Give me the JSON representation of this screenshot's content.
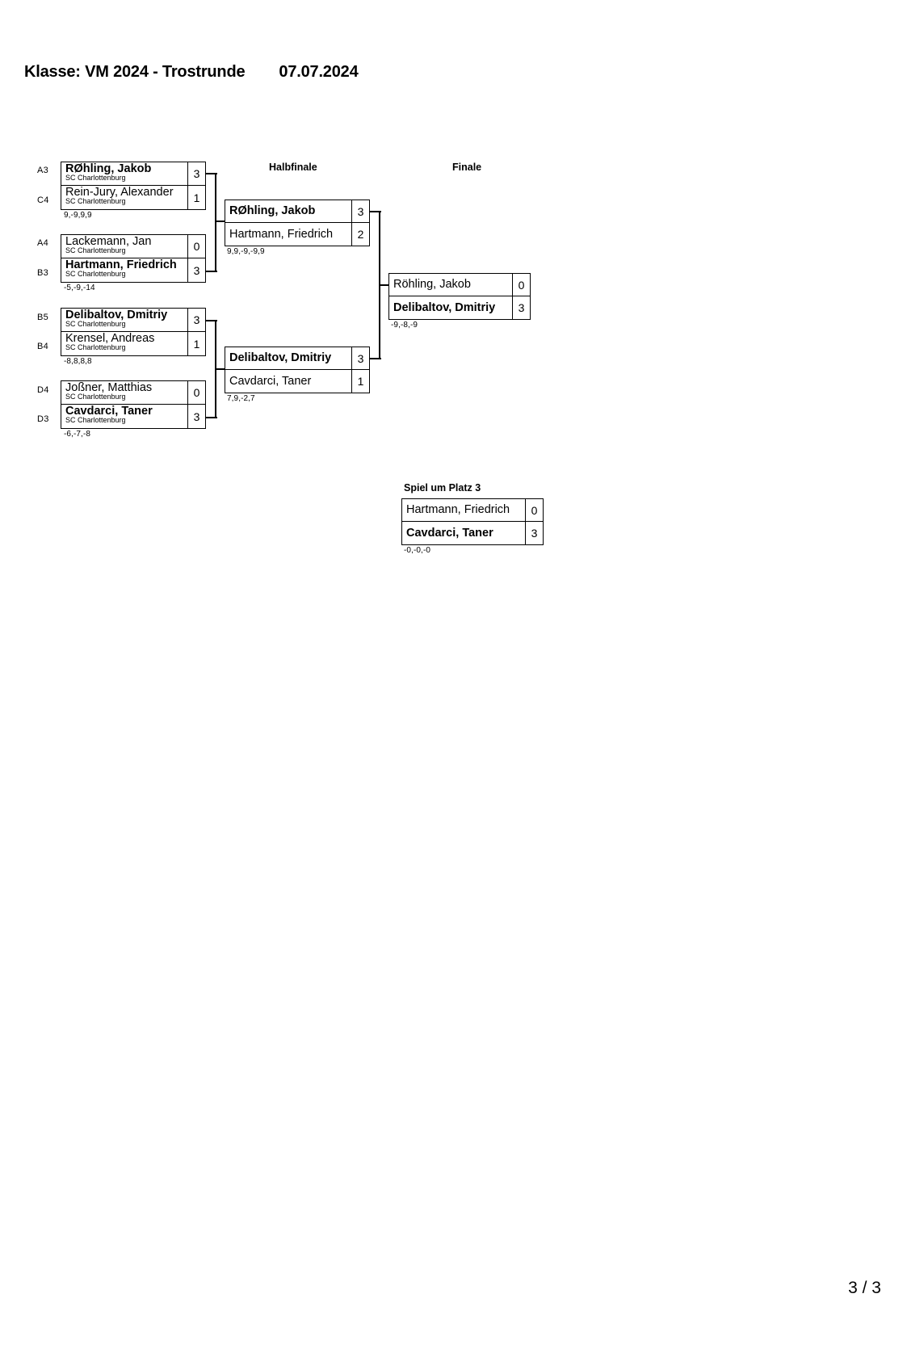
{
  "header": {
    "klasse_title": "Klasse: VM 2024 - Trostrunde",
    "date": "07.07.2024"
  },
  "round_labels": {
    "halbfinale": "Halbfinale",
    "finale": "Finale",
    "platz3": "Spiel um Platz 3"
  },
  "footer": {
    "page_number": "3 / 3"
  },
  "bracket": {
    "round1": [
      {
        "seed_top": "A3",
        "seed_bottom": "C4",
        "top": {
          "name": "RØhling, Jakob",
          "club": "SC Charlottenburg",
          "score": "3",
          "winner": true
        },
        "bottom": {
          "name": "Rein-Jury, Alexander",
          "club": "SC Charlottenburg",
          "score": "1",
          "winner": false
        },
        "sets": "9,-9,9,9"
      },
      {
        "seed_top": "A4",
        "seed_bottom": "B3",
        "top": {
          "name": "Lackemann, Jan",
          "club": "SC Charlottenburg",
          "score": "0",
          "winner": false
        },
        "bottom": {
          "name": "Hartmann, Friedrich",
          "club": "SC Charlottenburg",
          "score": "3",
          "winner": true
        },
        "sets": "-5,-9,-14"
      },
      {
        "seed_top": "B5",
        "seed_bottom": "B4",
        "top": {
          "name": "Delibaltov, Dmitriy",
          "club": "SC Charlottenburg",
          "score": "3",
          "winner": true
        },
        "bottom": {
          "name": "Krensel, Andreas",
          "club": "SC Charlottenburg",
          "score": "1",
          "winner": false
        },
        "sets": "-8,8,8,8"
      },
      {
        "seed_top": "D4",
        "seed_bottom": "D3",
        "top": {
          "name": "Joßner, Matthias",
          "club": "SC Charlottenburg",
          "score": "0",
          "winner": false
        },
        "bottom": {
          "name": "Cavdarci, Taner",
          "club": "SC Charlottenburg",
          "score": "3",
          "winner": true
        },
        "sets": "-6,-7,-8"
      }
    ],
    "semifinals": [
      {
        "top": {
          "name": "RØhling, Jakob",
          "score": "3",
          "winner": true
        },
        "bottom": {
          "name": "Hartmann, Friedrich",
          "score": "2",
          "winner": false
        },
        "sets": "9,9,-9,-9,9"
      },
      {
        "top": {
          "name": "Delibaltov, Dmitriy",
          "score": "3",
          "winner": true
        },
        "bottom": {
          "name": "Cavdarci, Taner",
          "score": "1",
          "winner": false
        },
        "sets": "7,9,-2,7"
      }
    ],
    "final": {
      "top": {
        "name": "Röhling, Jakob",
        "score": "0",
        "winner": false
      },
      "bottom": {
        "name": "Delibaltov, Dmitriy",
        "score": "3",
        "winner": true
      },
      "sets": "-9,-8,-9"
    },
    "third_place": {
      "top": {
        "name": "Hartmann, Friedrich",
        "score": "0",
        "winner": false
      },
      "bottom": {
        "name": "Cavdarci, Taner",
        "score": "3",
        "winner": true
      },
      "sets": "-0,-0,-0"
    }
  }
}
